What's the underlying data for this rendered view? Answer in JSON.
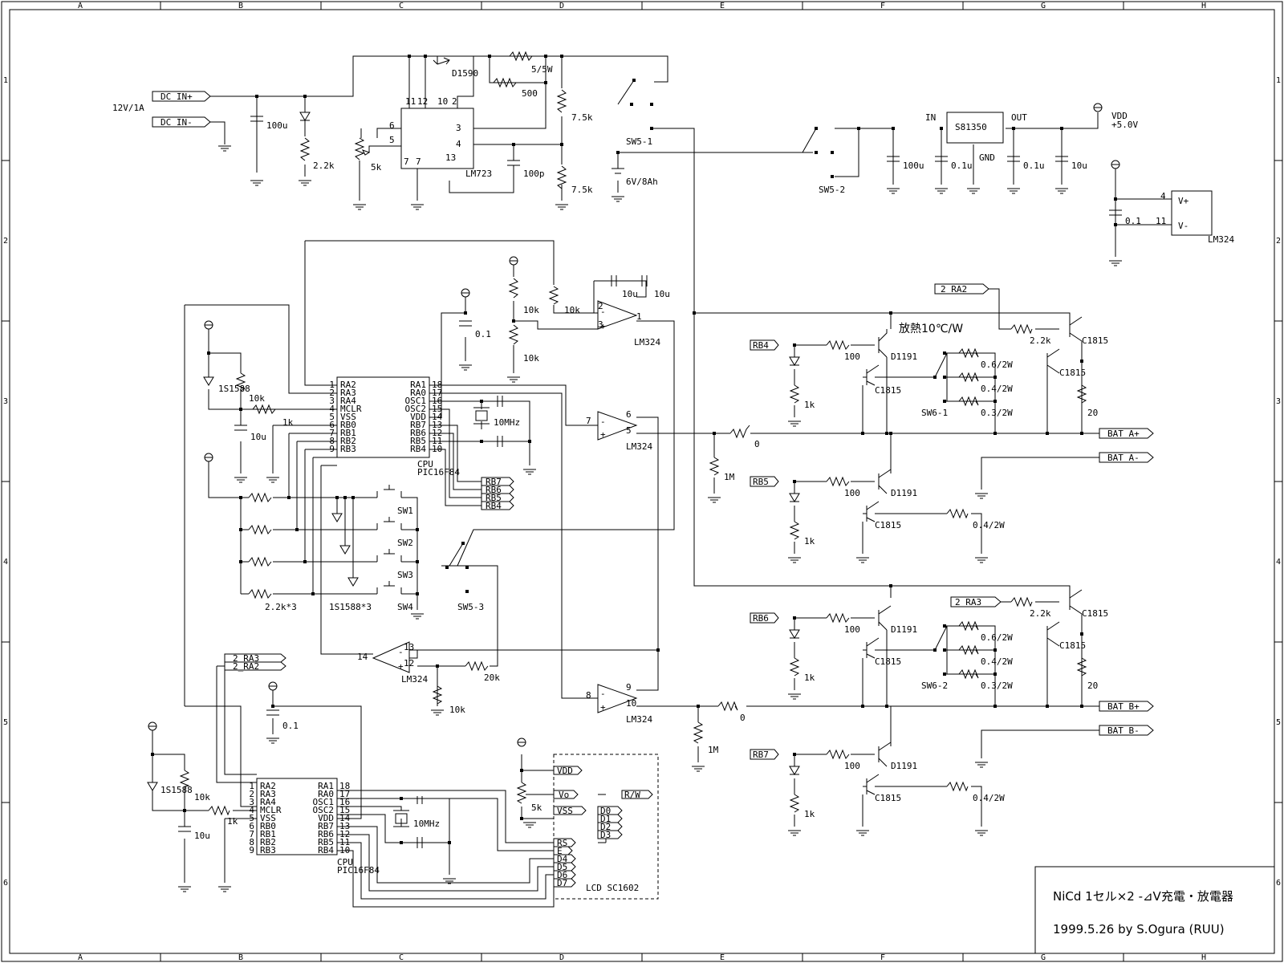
{
  "border": {
    "cols": [
      "A",
      "B",
      "C",
      "D",
      "E",
      "F",
      "G",
      "H"
    ],
    "rows": [
      "1",
      "2",
      "3",
      "4",
      "5",
      "6"
    ]
  },
  "title_block": {
    "title": "NiCd 1セル×2 -⊿V充電・放電器",
    "date_author": "1999.5.26  by  S.Ogura (RUU)"
  },
  "ports": {
    "dc_in_plus": "DC IN+",
    "dc_in_minus": "DC IN-",
    "bat_a_plus": "BAT A+",
    "bat_a_minus": "BAT A-",
    "bat_b_plus": "BAT B+",
    "bat_b_minus": "BAT B-",
    "ra2_a": "2_RA2",
    "ra3_a": "2_RA3",
    "ra3_b": "2_RA3",
    "ra2_b": "2_RA2",
    "rb4_a": "RB4",
    "rb5_a": "RB5",
    "rb6_a": "RB6",
    "rb7_a": "RB7",
    "rb7_o": "RB7",
    "rb6_o": "RB6",
    "rb5_o": "RB5",
    "rb4_o": "RB4",
    "lcd_vdd": "VDD",
    "lcd_vo": "Vo",
    "lcd_vss": "VSS",
    "lcd_rw": "R/W",
    "lcd_d0": "D0",
    "lcd_d1": "D1",
    "lcd_d2": "D2",
    "lcd_d3": "D3",
    "lcd_rs": "RS",
    "lcd_e": "E",
    "lcd_d4": "D4",
    "lcd_d5": "D5",
    "lcd_d6": "D6",
    "lcd_d7": "D7"
  },
  "labels": {
    "input_spec": "12V/1A",
    "c_100u_a": "100u",
    "r_2k2_a": "2.2k",
    "pot_5k_a": "5k",
    "q_d1590": "D1590",
    "r_5_5w": "5/5W",
    "pot_500": "500",
    "r_7k5_a": "7.5k",
    "r_7k5_b": "7.5k",
    "c_100p": "100p",
    "ic_lm723": "LM723",
    "sw5_1": "SW5-1",
    "batt_6v": "6V/8Ah",
    "sw5_2": "SW5-2",
    "reg_in": "IN",
    "reg_out": "OUT",
    "reg_gnd": "GND",
    "ic_s81350": "S81350",
    "vdd_5v": "VDD\n+5.0V",
    "c_100u_b": "100u",
    "c_0u1_a": "0.1u",
    "c_0u1_b": "0.1u",
    "c_10u_a": "10u",
    "lm324_vp": "V+",
    "lm324_vm": "V-",
    "lm324_pwr": "LM324",
    "c_0u1_pwr": "0.1",
    "pin_4": "4",
    "pin_11": "11",
    "c_10u_b": "10u",
    "c_10u_c": "10u",
    "r_10k_a": "10k",
    "r_10k_b": "10k",
    "r_10k_c": "10k",
    "c_0u1_c": "0.1",
    "lm324_a": "LM324",
    "lm324_b": "LM324",
    "lm324_c": "LM324",
    "lm324_d": "LM324",
    "heat": "放熱10℃/W",
    "d_1s1588_a": "1S1588",
    "r_10k_d": "10k",
    "r_1k_a": "1k",
    "c_10u_d": "10u",
    "xtal_a": "10MHz",
    "cpu_a": "CPU",
    "pic_a": "PIC16F84",
    "sw1": "SW1",
    "sw2": "SW2",
    "sw3": "SW3",
    "sw4": "SW4",
    "r_2k2x3": "2.2k*3",
    "d_1s1588x3": "1S1588*3",
    "sw5_3": "SW5-3",
    "r_20k": "20k",
    "r_10k_e": "10k",
    "r_100_a": "100",
    "q_d1191_a": "D1191",
    "q_c1815_a": "C1815",
    "r_1k_b": "1k",
    "r_0r6": "0.6/2W",
    "r_0r4": "0.4/2W",
    "r_0r3": "0.3/2W",
    "sw6_1": "SW6-1",
    "r_2k2_b": "2.2k",
    "q_c1815_b": "C1815",
    "q_c1815_c": "C1815",
    "r_20_a": "20",
    "r_0_a": "0",
    "r_1m_a": "1M",
    "r_100_b": "100",
    "q_d1191_b": "D1191",
    "q_c1815_d": "C1815",
    "r_1k_c": "1k",
    "r_0r4_b": "0.4/2W",
    "r_100_c": "100",
    "q_d1191_c": "D1191",
    "q_c1815_e": "C1815",
    "r_1k_d": "1k",
    "r_0r6_b": "0.6/2W",
    "r_0r4_c": "0.4/2W",
    "r_0r3_b": "0.3/2W",
    "sw6_2": "SW6-2",
    "r_2k2_c": "2.2k",
    "q_c1815_f": "C1815",
    "q_c1815_g": "C1815",
    "r_20_b": "20",
    "r_0_b": "0",
    "r_1m_b": "1M",
    "r_100_d": "100",
    "q_d1191_d": "D1191",
    "q_c1815_h": "C1815",
    "r_1k_e": "1k",
    "r_0r4_d": "0.4/2W",
    "c_0u1_d": "0.1",
    "d_1s1588_b": "1S1588",
    "r_10k_f": "10k",
    "r_1k_f": "1k",
    "c_10u_e": "10u",
    "xtal_b": "10MHz",
    "cpu_b": "CPU",
    "pic_b": "PIC16F84",
    "pot_5k_b": "5k",
    "lcd": "LCD SC1602"
  },
  "pic_pins": {
    "left": [
      "RA2",
      "RA3",
      "RA4",
      "MCLR",
      "VSS",
      "RB0",
      "RB1",
      "RB2",
      "RB3"
    ],
    "right": [
      "RA1",
      "RA0",
      "OSC1",
      "OSC2",
      "VDD",
      "RB7",
      "RB6",
      "RB5",
      "RB4"
    ],
    "left_nums": [
      "1",
      "2",
      "3",
      "4",
      "5",
      "6",
      "7",
      "8",
      "9"
    ],
    "right_nums": [
      "18",
      "17",
      "16",
      "15",
      "14",
      "13",
      "12",
      "11",
      "10"
    ]
  }
}
